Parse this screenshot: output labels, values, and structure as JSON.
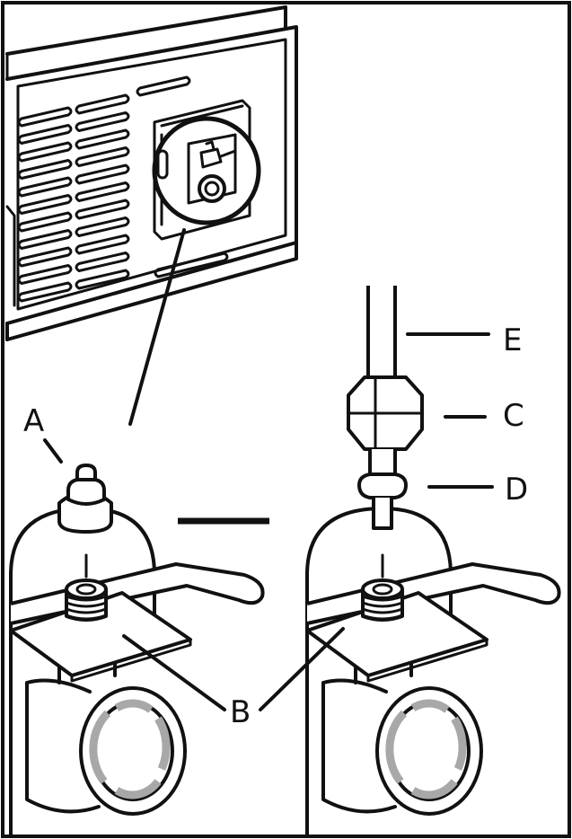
{
  "labels": {
    "a": "A",
    "b": "B",
    "c": "C",
    "d": "D",
    "e": "E"
  },
  "icons": [
    "vent-slots",
    "magnifier-circle",
    "drain-valve",
    "hose-fitting"
  ],
  "colors": {
    "line": "#111111",
    "background": "#ffffff",
    "wheel_marking": "#a8a8a8"
  }
}
